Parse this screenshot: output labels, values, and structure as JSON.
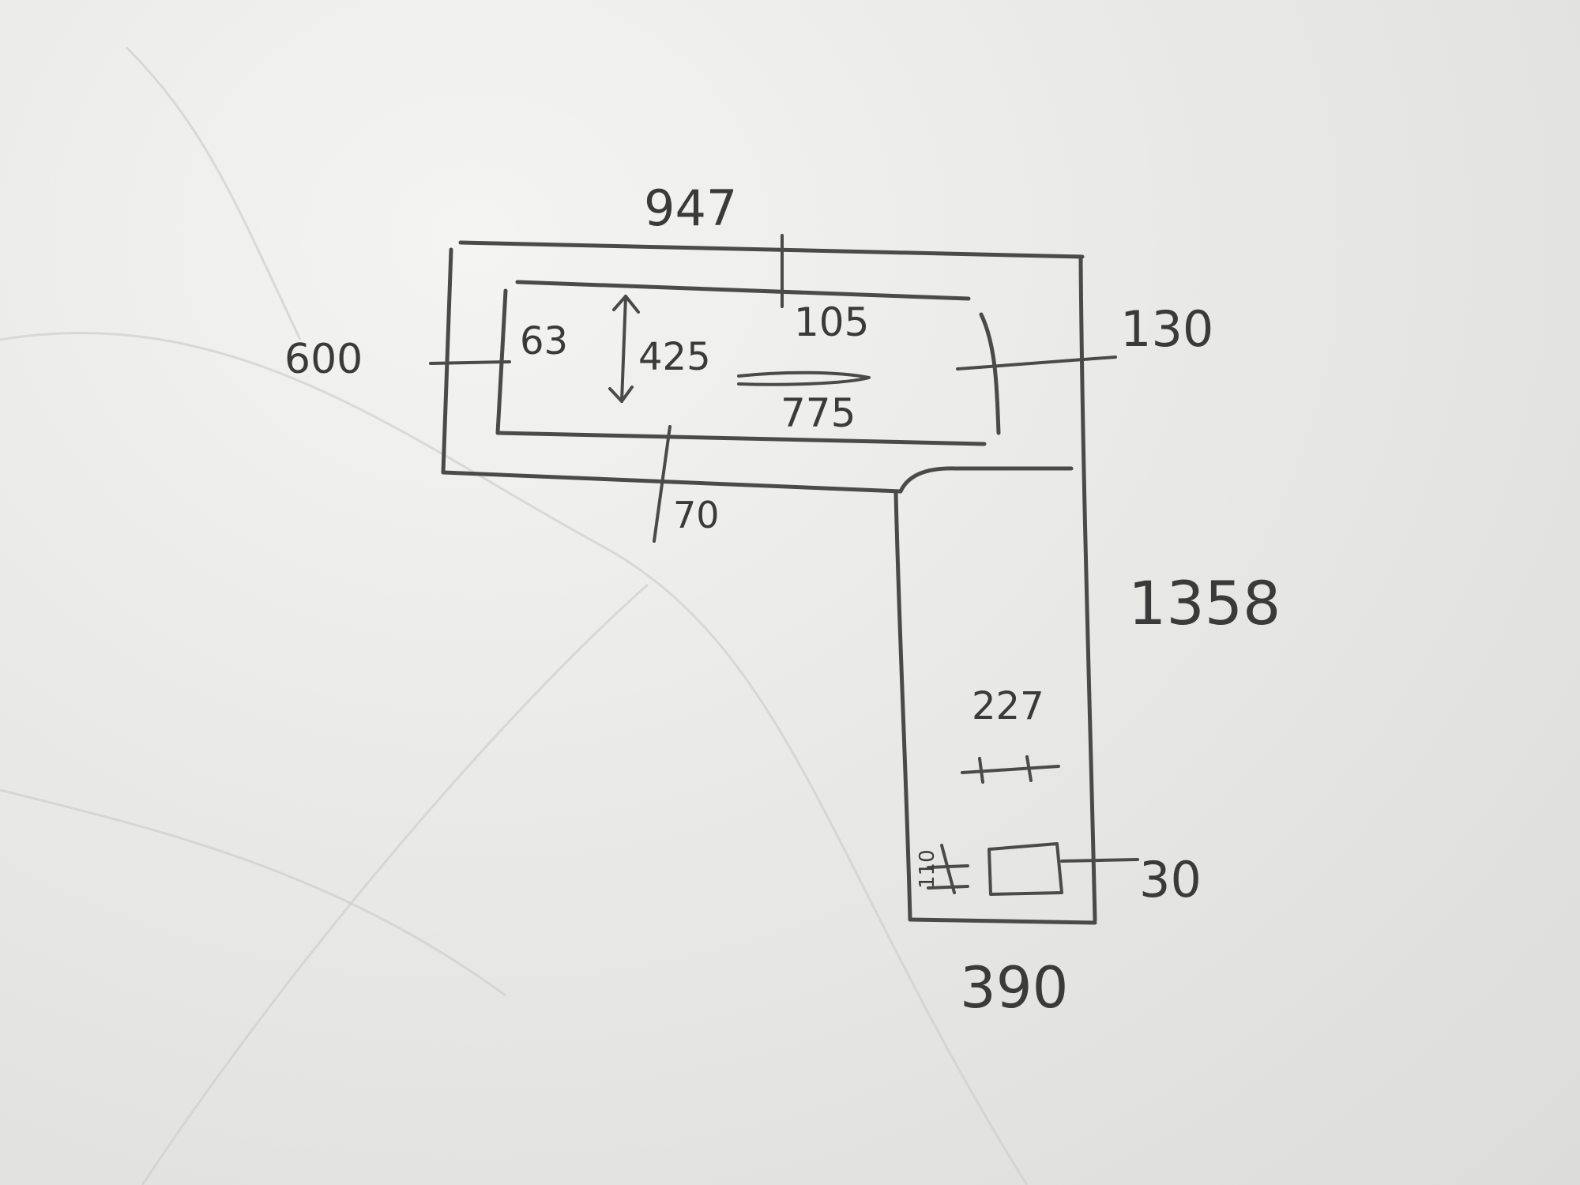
{
  "sketch": {
    "dimensions": {
      "top_width": "947",
      "inner_top_margin": "105",
      "left_depth": "600",
      "inner_left_margin": "63",
      "opening_height": "425",
      "opening_width": "775",
      "right_margin": "130",
      "bottom_margin": "70",
      "leg_length": "1358",
      "leg_mark": "227",
      "leg_width": "390",
      "box_offset": "30",
      "box_small": "110"
    }
  }
}
